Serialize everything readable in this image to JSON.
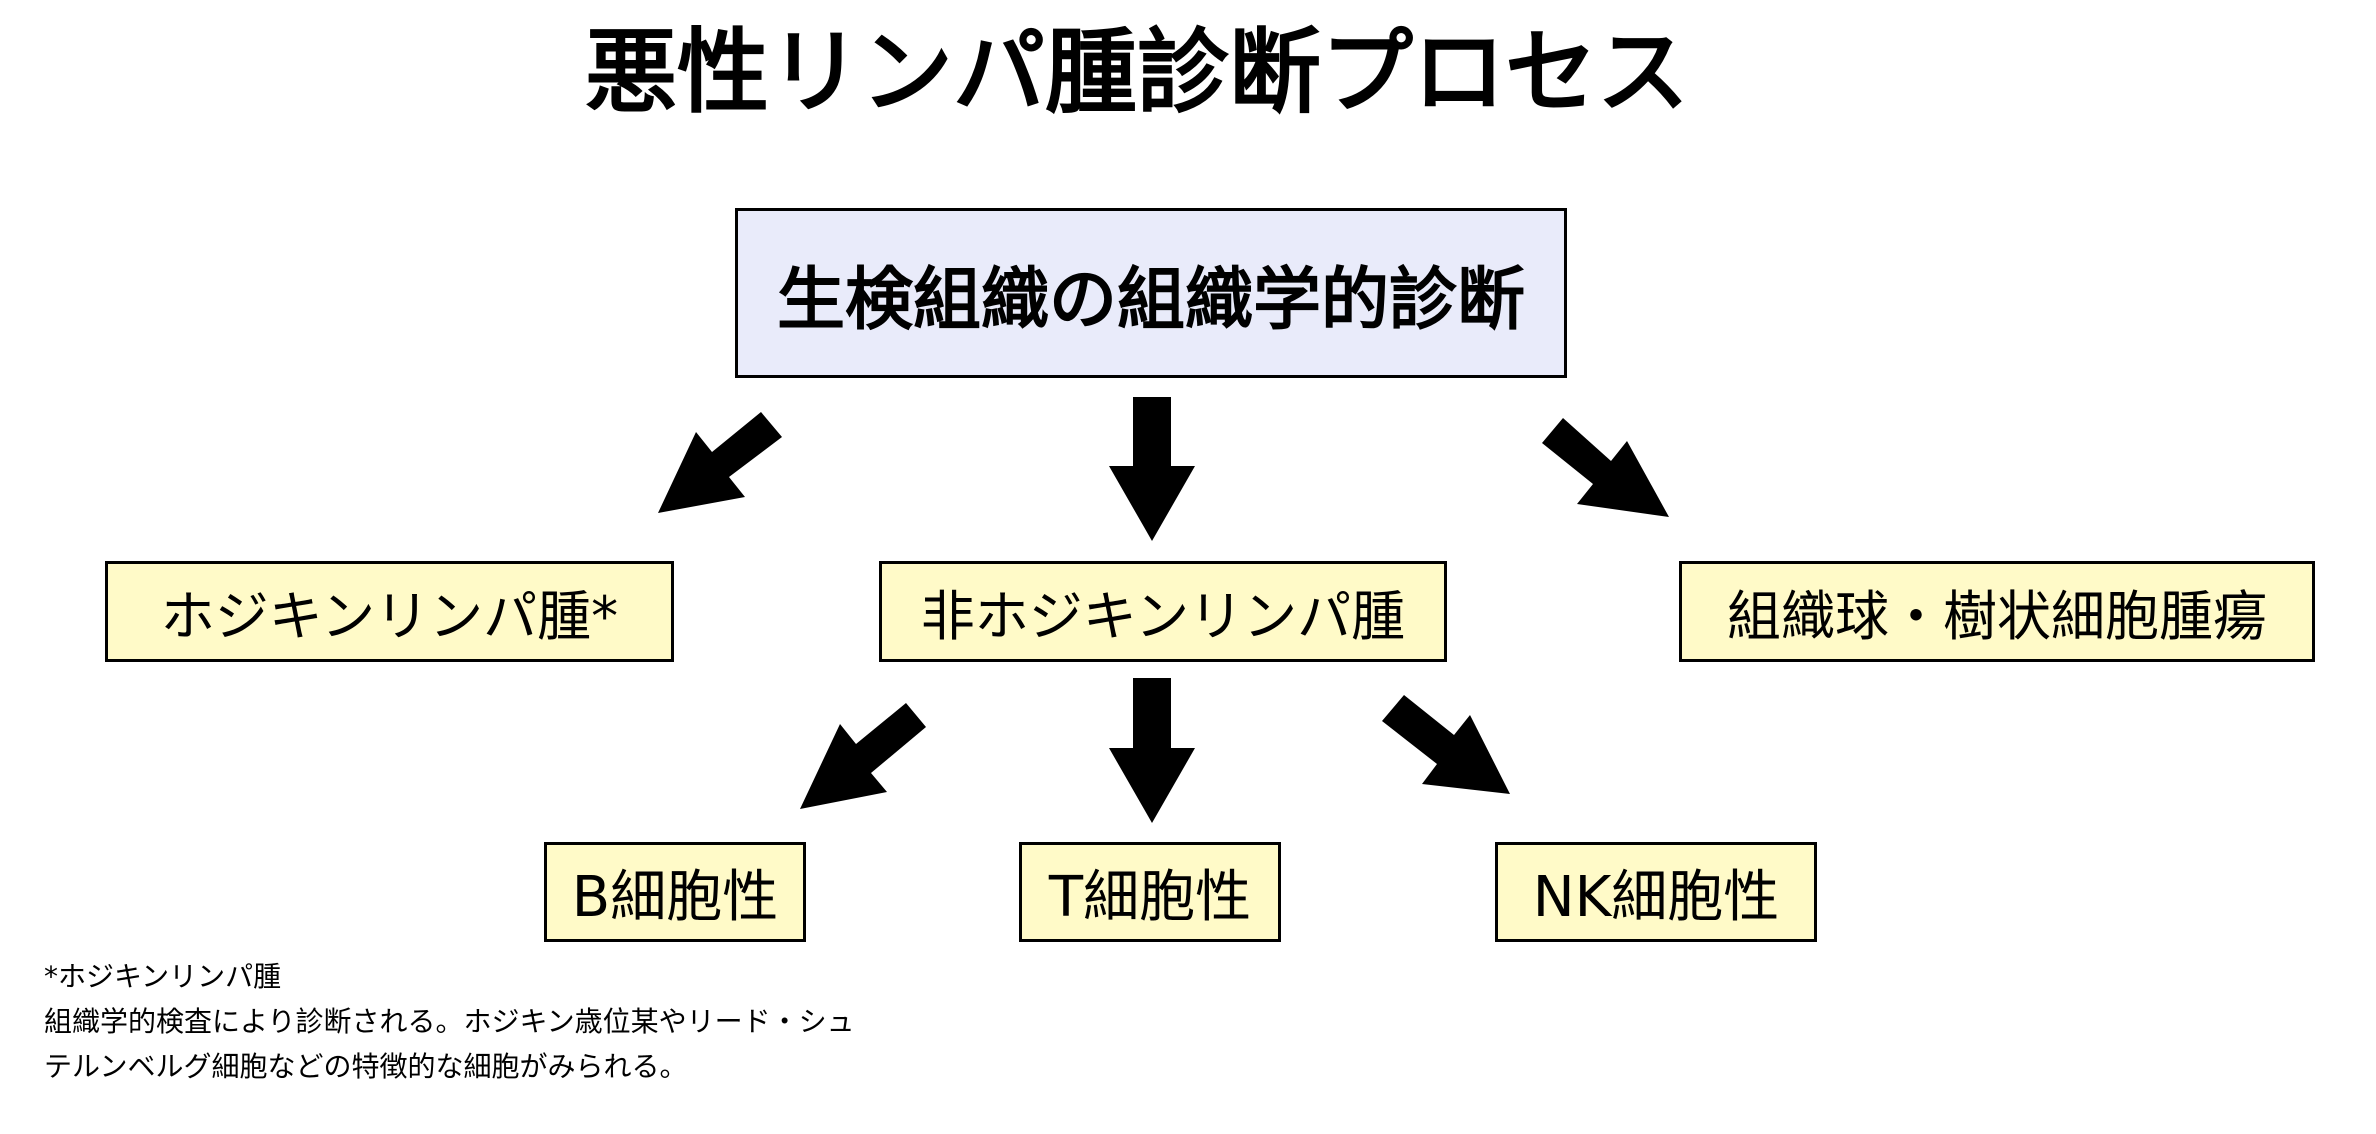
{
  "title": "悪性リンパ腫診断プロセス",
  "root": {
    "label": "生検組織の組織学的診断"
  },
  "categories": [
    {
      "label": "ホジキンリンパ腫*"
    },
    {
      "label": "非ホジキンリンパ腫"
    },
    {
      "label": "組織球・樹状細胞腫瘍"
    }
  ],
  "subtypes": [
    {
      "label": "B細胞性"
    },
    {
      "label": "T細胞性"
    },
    {
      "label": "NK細胞性"
    }
  ],
  "footnote": {
    "heading": "*ホジキンリンパ腫",
    "lines": [
      "組織学的検査により診断される。ホジキン歳位某やリード・シュ",
      "テルンベルグ細胞などの特徴的な細胞がみられる。"
    ]
  },
  "colors": {
    "root_fill": "#e9ebfa",
    "node_fill": "#fffac8",
    "stroke": "#000000"
  }
}
